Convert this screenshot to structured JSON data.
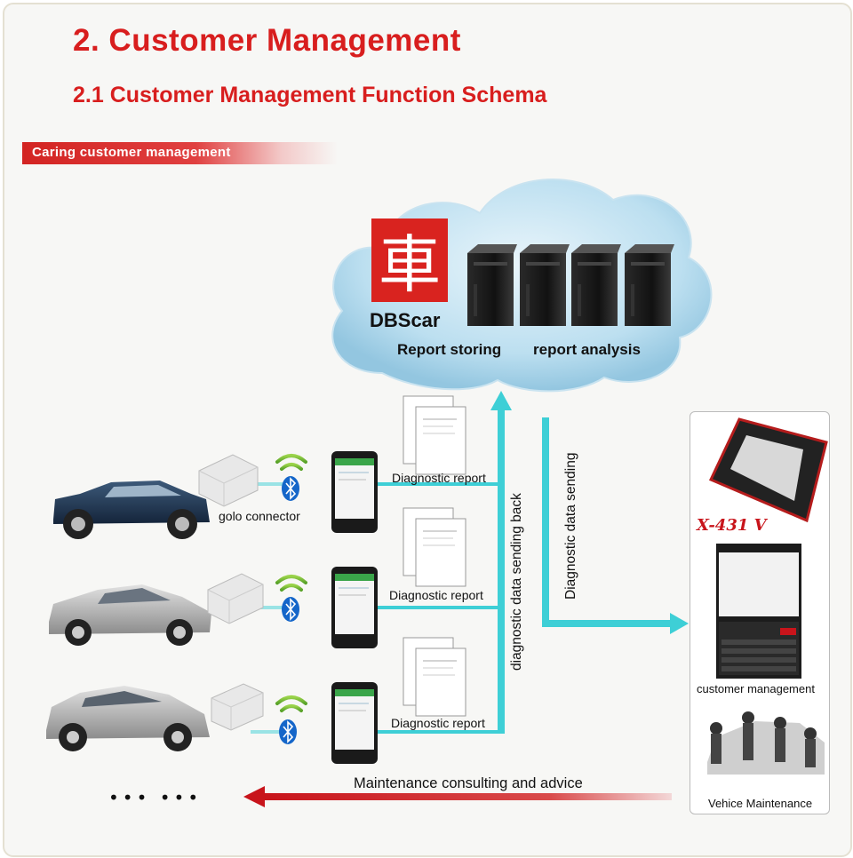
{
  "title": "2. Customer Management",
  "subtitle": "2.1 Customer Management Function Schema",
  "banner": "Caring customer management",
  "cloud": {
    "logo_glyph": "車",
    "brand": "DBScar",
    "label_left": "Report storing",
    "label_right": "report analysis"
  },
  "connector_label": "golo connector",
  "rows": [
    {
      "report_label": "Diagnostic report"
    },
    {
      "report_label": "Diagnostic report"
    },
    {
      "report_label": "Diagnostic report"
    }
  ],
  "arrows": {
    "up": "diagnostic data sending back",
    "down": "Diagnostic data sending",
    "bottom": "Maintenance consulting and advice"
  },
  "right_panel": {
    "device_brand": "X-431 V",
    "screen_label": "customer management",
    "photo_label": "Vehice Maintenance"
  },
  "ellipsis": "•••  •••",
  "colors": {
    "title": "#d81e1e",
    "banner": "#d32422",
    "flow_arrow": "#3ecfd6",
    "bottom_arrow": "#c8141b",
    "cloud": "#b8dcef"
  }
}
